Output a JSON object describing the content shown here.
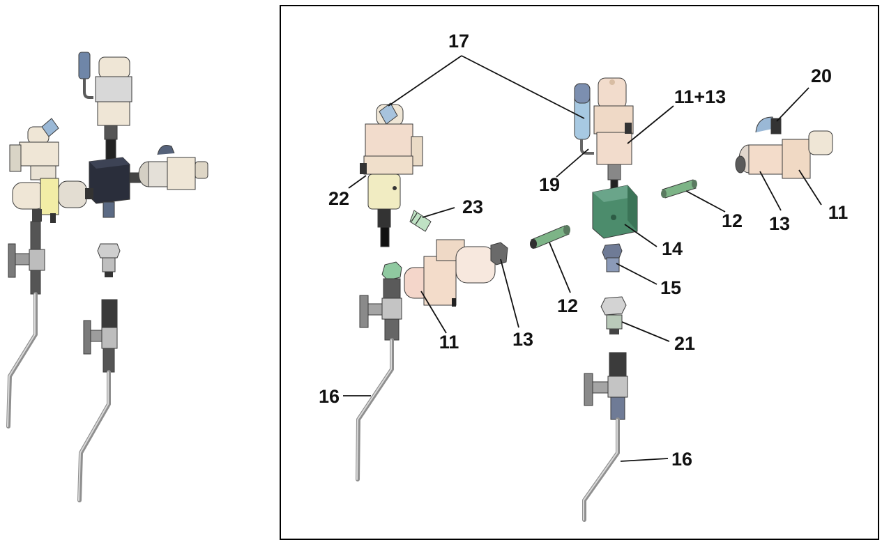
{
  "callouts": {
    "c17": "17",
    "c20": "20",
    "c11_13": "11+13",
    "c22": "22",
    "c19": "19",
    "c23": "23",
    "c12_right": "12",
    "c13_right": "13",
    "c11_right": "11",
    "c14": "14",
    "c12_mid": "12",
    "c15": "15",
    "c11_mid": "11",
    "c13_mid": "13",
    "c21": "21",
    "c16_left": "16",
    "c16_right": "16"
  },
  "colors": {
    "frame": "#000000",
    "body_cream": "#efe3cf",
    "body_pink": "#f2d6c9",
    "valve_block_green": "#4e8a6c",
    "valve_block_dark": "#2b2f3d",
    "fitting_green": "#8fc9a0",
    "fitting_blue": "#7fa7d6",
    "steel": "#9a9a9a",
    "yellow_band": "#f2eda6"
  },
  "icons": {
    "assembly_preview": "assembled-valve-unit-illustration",
    "exploded_view": "exploded-parts-illustration"
  }
}
